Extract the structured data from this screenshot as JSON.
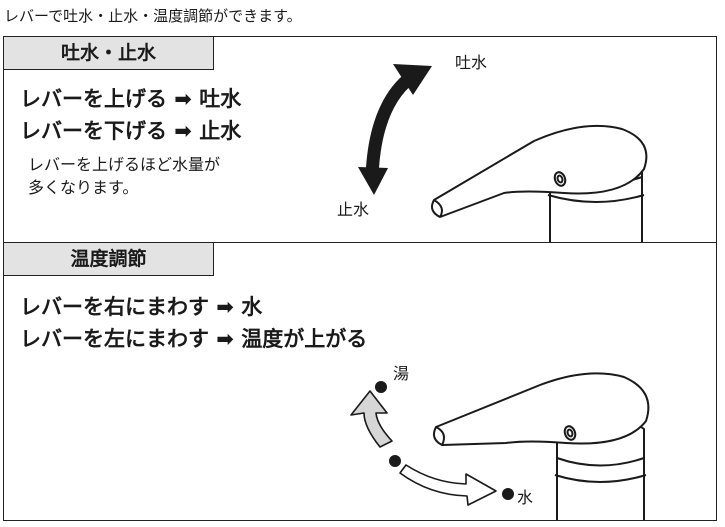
{
  "intro": "レバーで吐水・止水・温度調節ができます。",
  "section_flow": {
    "heading": "吐水・止水",
    "line_up": "レバーを上げる ➡ 吐水",
    "line_down": "レバーを下げる ➡ 止水",
    "note_line1": "レバーを上げるほど水量が",
    "note_line2": "多くなります。",
    "label_flow": "吐水",
    "label_stop": "止水"
  },
  "section_temp": {
    "heading": "温度調節",
    "line_right": "レバーを右にまわす ➡ 水",
    "line_left": "レバーを左にまわす ➡ 温度が上がる",
    "label_hot": "湯",
    "label_cold": "水"
  }
}
